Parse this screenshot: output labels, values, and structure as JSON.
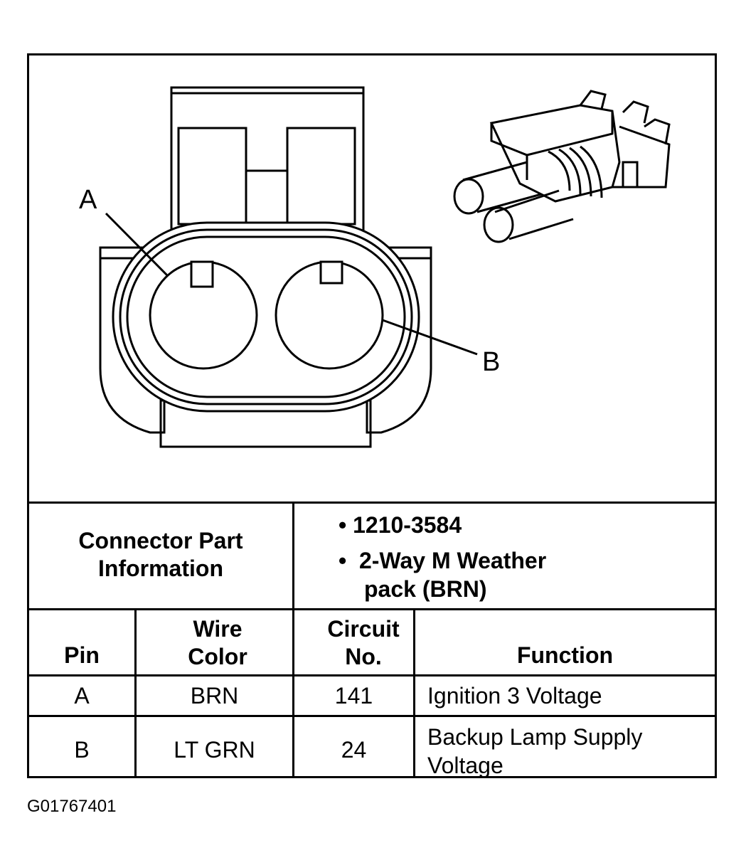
{
  "pins": {
    "a": "A",
    "b": "B"
  },
  "connector_info": {
    "header": "Connector Part Information",
    "part_number": "1210-3584",
    "description": "2-Way M Weather pack (BRN)"
  },
  "table": {
    "headers": {
      "pin": "Pin",
      "wire_color": "Wire Color",
      "circuit_no": "Circuit No.",
      "function": "Function"
    },
    "rows": [
      {
        "pin": "A",
        "wire_color": "BRN",
        "circuit_no": "141",
        "function": "Ignition 3 Voltage"
      },
      {
        "pin": "B",
        "wire_color": "LT GRN",
        "circuit_no": "24",
        "function": "Backup Lamp Supply Voltage"
      }
    ]
  },
  "figure_id": "G01767401"
}
